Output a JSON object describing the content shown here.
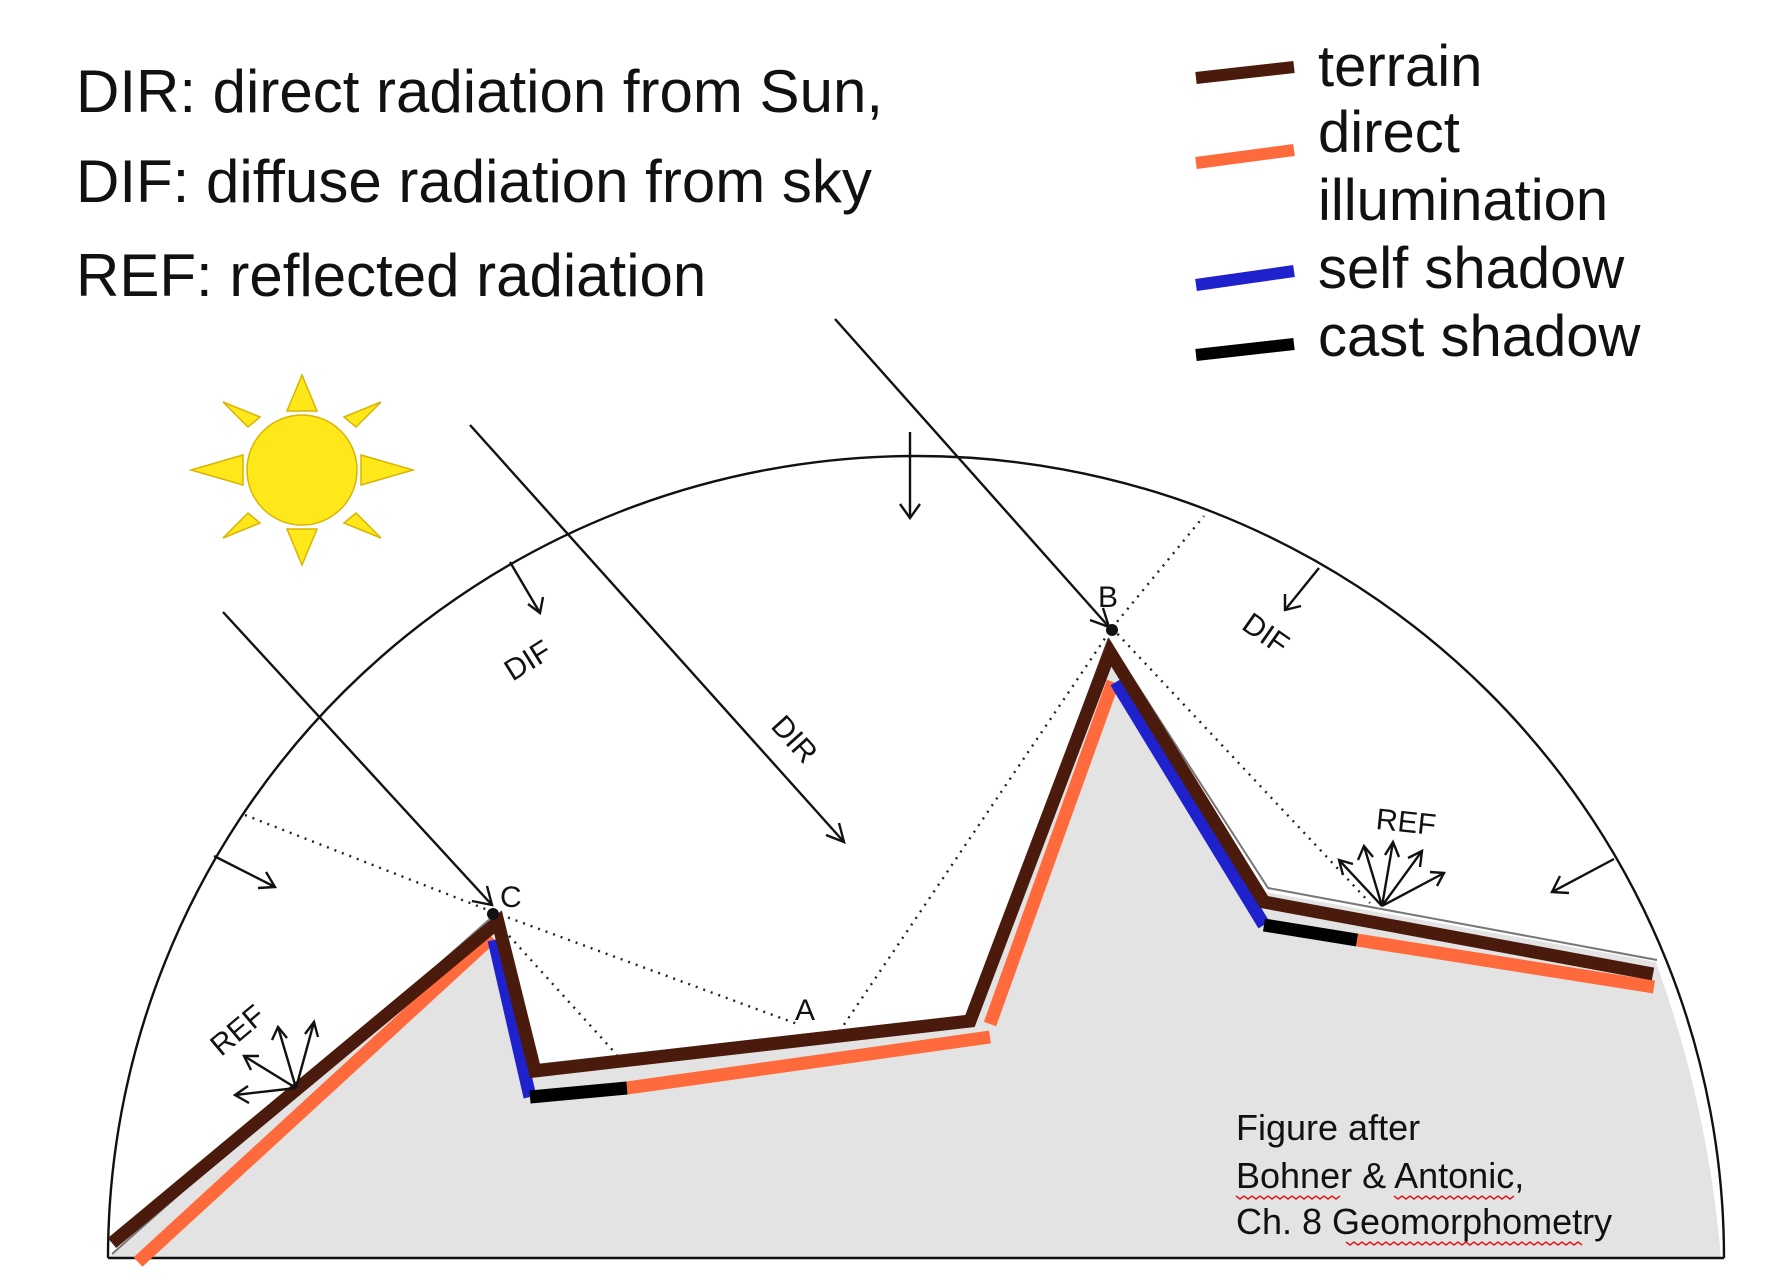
{
  "definitions": [
    "DIR: direct radiation from Sun,",
    "DIF: diffuse radiation from sky",
    "REF: reflected radiation"
  ],
  "legend": [
    {
      "label": "terrain",
      "color": "#4a1a0c"
    },
    {
      "label": "direct",
      "color": "#ff6a3d"
    },
    {
      "label": "illumination",
      "color": "#ff6a3d"
    },
    {
      "label": "self shadow",
      "color": "#1f22cc"
    },
    {
      "label": "cast shadow",
      "color": "#000000"
    }
  ],
  "labels": {
    "dif_left": "DIF",
    "dif_right": "DIF",
    "dir": "DIR",
    "ref_left": "REF",
    "ref_right": "REF",
    "point_a": "A",
    "point_b": "B",
    "point_c": "C"
  },
  "credit": [
    "Figure after",
    "Bohner & Antonic,",
    "Ch. 8 Geomorphometry"
  ],
  "colors": {
    "terrain": "#4a1a0c",
    "direct_illumination": "#ff6a3d",
    "self_shadow": "#1f22cc",
    "cast_shadow": "#000000",
    "ground_fill": "#e3e3e3",
    "sun": "#ffe81a"
  },
  "icons": [
    "sun-icon"
  ]
}
